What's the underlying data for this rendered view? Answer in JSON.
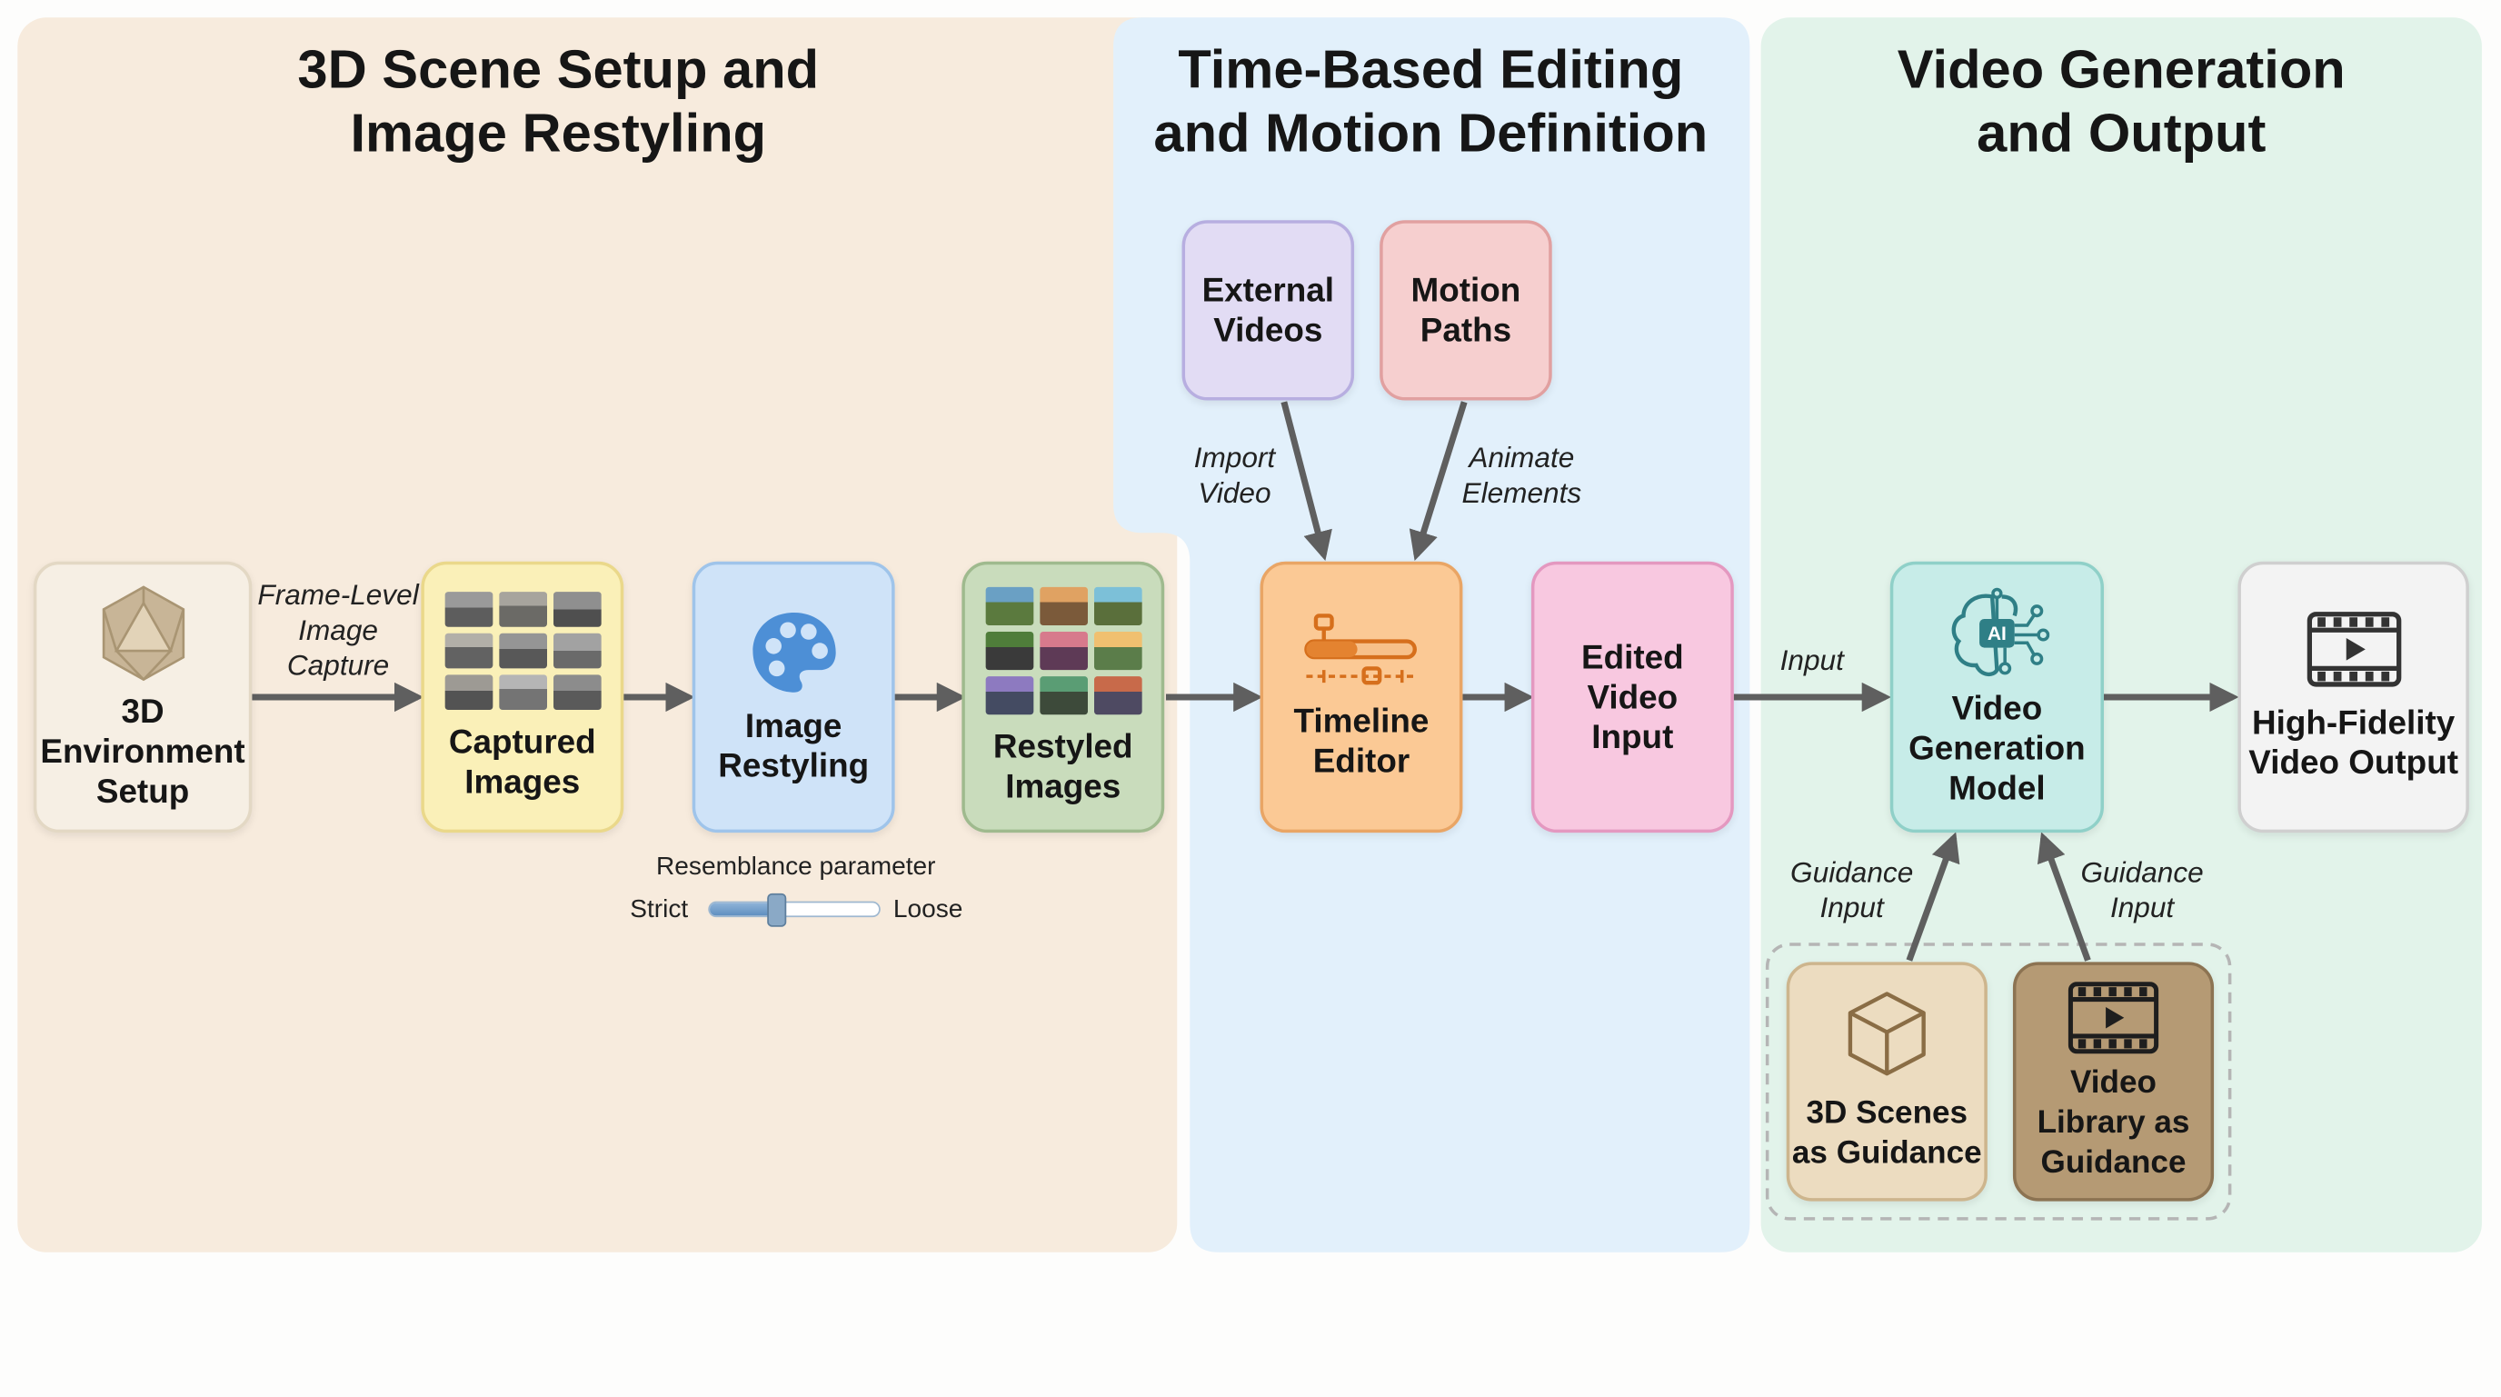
{
  "panels": {
    "setup": {
      "title": "3D Scene Setup and\nImage Restyling",
      "color": "#f7ebdd"
    },
    "editing": {
      "title": "Time-Based Editing\nand Motion Definition",
      "color": "#e2f0fb"
    },
    "generation": {
      "title": "Video Generation\nand Output",
      "color": "#e2f3ea"
    }
  },
  "nodes": {
    "env_setup": {
      "label": "3D\nEnvironment\nSetup",
      "icon": "icosahedron-icon"
    },
    "captured": {
      "label": "Captured\nImages",
      "icon": "photo-grid-icon"
    },
    "restyling": {
      "label": "Image\nRestyling",
      "icon": "palette-icon"
    },
    "restyled": {
      "label": "Restyled\nImages",
      "icon": "stylized-photo-grid-icon"
    },
    "external_videos": {
      "label": "External\nVideos"
    },
    "motion_paths": {
      "label": "Motion\nPaths"
    },
    "timeline": {
      "label": "Timeline\nEditor",
      "icon": "timeline-icon"
    },
    "edited_input": {
      "label": "Edited\nVideo\nInput"
    },
    "gen_model": {
      "label": "Video\nGeneration\nModel",
      "icon": "ai-brain-icon",
      "icon_text": "AI"
    },
    "output": {
      "label": "High-Fidelity\nVideo Output",
      "icon": "film-play-icon"
    },
    "scenes_guidance": {
      "label": "3D Scenes\nas Guidance",
      "icon": "cube-icon"
    },
    "library_guidance": {
      "label": "Video\nLibrary as\nGuidance",
      "icon": "film-play-icon"
    }
  },
  "edge_labels": {
    "frame_capture": "Frame-Level\nImage\nCapture",
    "import_video": "Import\nVideo",
    "animate": "Animate\nElements",
    "input": "Input",
    "guidance_left": "Guidance\nInput",
    "guidance_right": "Guidance\nInput"
  },
  "slider": {
    "title": "Resemblance parameter",
    "min_label": "Strict",
    "max_label": "Loose",
    "value": 0.4
  },
  "colors": {
    "env_fill": "#f6efe4",
    "env_border": "#e3d8c4",
    "captured_fill": "#faf0b8",
    "captured_border": "#ead88a",
    "restyling_fill": "#cfe3f8",
    "restyling_border": "#9fc4ea",
    "restyled_fill": "#c9dcbc",
    "restyled_border": "#9fba8e",
    "external_fill": "#e2dcf4",
    "external_border": "#b7aee0",
    "motion_fill": "#f6cfcf",
    "motion_border": "#e1a0a0",
    "timeline_fill": "#fbc995",
    "timeline_border": "#e9a565",
    "edited_fill": "#f8c8e0",
    "edited_border": "#e498c0",
    "model_fill": "#c7ece8",
    "model_border": "#8fd0c8",
    "output_fill": "#f3f3f3",
    "output_border": "#cfcfcf",
    "scenes_fill": "#ecdcc0",
    "scenes_border": "#cdb58d",
    "library_fill": "#b59a74",
    "library_border": "#8c7352",
    "arrow": "#5f5f5f",
    "teal_icon": "#2f7f86"
  }
}
